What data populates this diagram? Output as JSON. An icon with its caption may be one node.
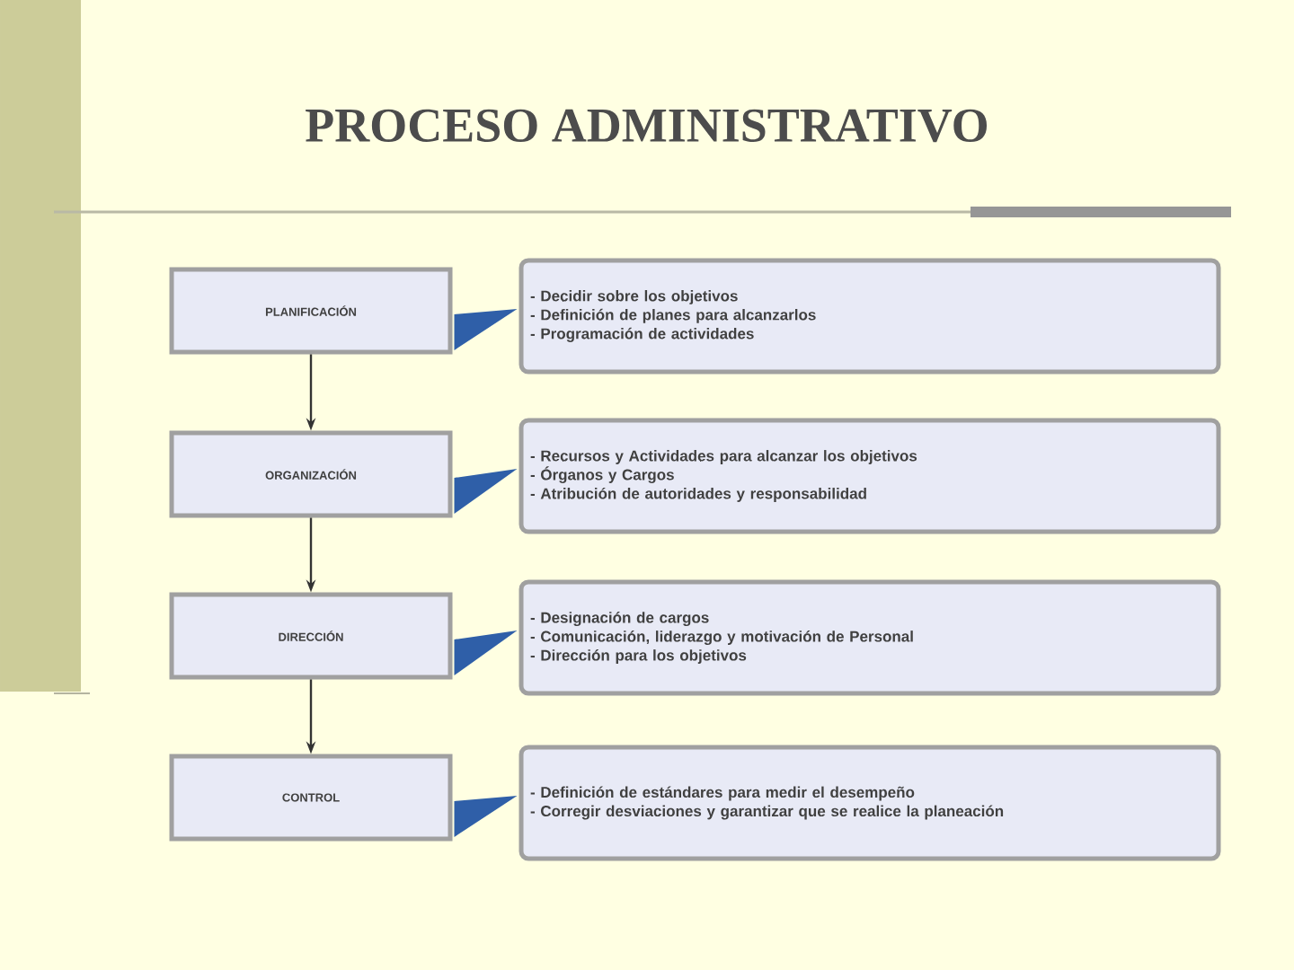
{
  "diagram": {
    "title": "PROCESO ADMINISTRATIVO",
    "nodes": [
      {
        "text": [
          "PLANIFICACIÓN"
        ]
      },
      {
        "text": [
          "ORGANIZACIÓN"
        ]
      },
      {
        "text": [
          "DIRECCIÓN"
        ]
      },
      {
        "text": [
          "CONTROL"
        ]
      },
      {
        "text": [
          "- Decidir sobre los objetivos",
          "- Definición de planes para alcanzarlos",
          "- Programación de actividades"
        ]
      },
      {
        "text": [
          "- Recursos y Actividades para alcanzar los objetivos",
          "- Órganos y Cargos",
          "- Atribución de autoridades y responsabilidad"
        ]
      },
      {
        "text": [
          "- Designación de cargos",
          "- Comunicación, liderazgo y motivación de Personal",
          "- Dirección para los objetivos"
        ]
      },
      {
        "text": [
          "- Definición de estándares para medir el desempeño",
          "- Corregir desviaciones y garantizar que se realice la planeación"
        ]
      }
    ],
    "edges": [
      {
        "from": 0,
        "to": 1,
        "arrow": "to"
      },
      {
        "from": 1,
        "to": 2,
        "arrow": "to"
      },
      {
        "from": 2,
        "to": 3,
        "arrow": "to"
      },
      {
        "from": 0,
        "to": 4,
        "arrow": "to",
        "style": "thick",
        "color": "#2f5fa8"
      },
      {
        "from": 1,
        "to": 5,
        "arrow": "to",
        "style": "thick",
        "color": "#2f5fa8"
      },
      {
        "from": 2,
        "to": 6,
        "arrow": "to",
        "style": "thick",
        "color": "#2f5fa8"
      },
      {
        "from": 3,
        "to": 7,
        "arrow": "to",
        "style": "thick",
        "color": "#2f5fa8"
      }
    ]
  }
}
